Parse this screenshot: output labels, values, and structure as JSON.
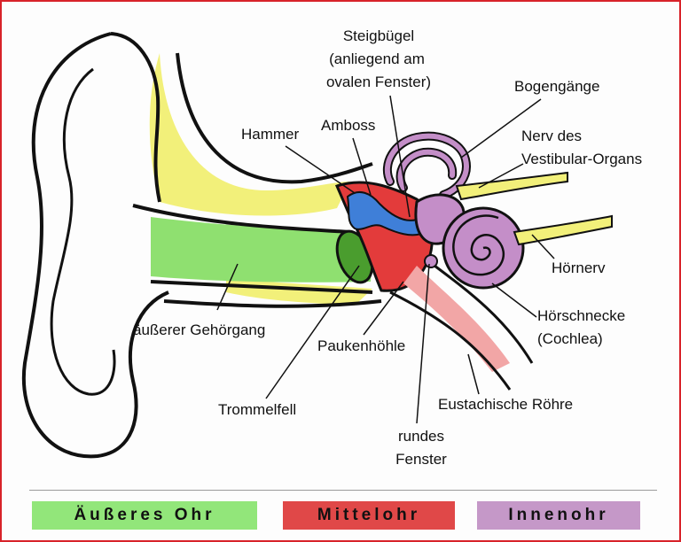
{
  "labels": {
    "steigbuegel_1": "Steigbügel",
    "steigbuegel_2": "(anliegend am",
    "steigbuegel_3": "ovalen Fenster)",
    "bogengaenge": "Bogengänge",
    "hammer": "Hammer",
    "amboss": "Amboss",
    "nerv_1": "Nerv des",
    "nerv_2": "Vestibular-Organs",
    "hoernerv": "Hörnerv",
    "gehoergang": "äußerer Gehörgang",
    "paukenhoehle": "Paukenhöhle",
    "hoerschnecke_1": "Hörschnecke",
    "hoerschnecke_2": "(Cochlea)",
    "trommelfell": "Trommelfell",
    "eustachische": "Eustachische Röhre",
    "rundes_1": "rundes",
    "rundes_2": "Fenster"
  },
  "legend": [
    {
      "label": "Äußeres Ohr",
      "color": "#92e67a"
    },
    {
      "label": "Mittelohr",
      "color": "#e04848"
    },
    {
      "label": "Innenohr",
      "color": "#c598c8"
    }
  ],
  "colors": {
    "frame": "#d8232a",
    "outline": "#111111",
    "yellow": "#f2f07a",
    "green": "#8fe070",
    "red": "#e33b3b",
    "purple": "#c48ec8",
    "blue": "#3f7fd8",
    "pink": "#f2a6a6"
  }
}
